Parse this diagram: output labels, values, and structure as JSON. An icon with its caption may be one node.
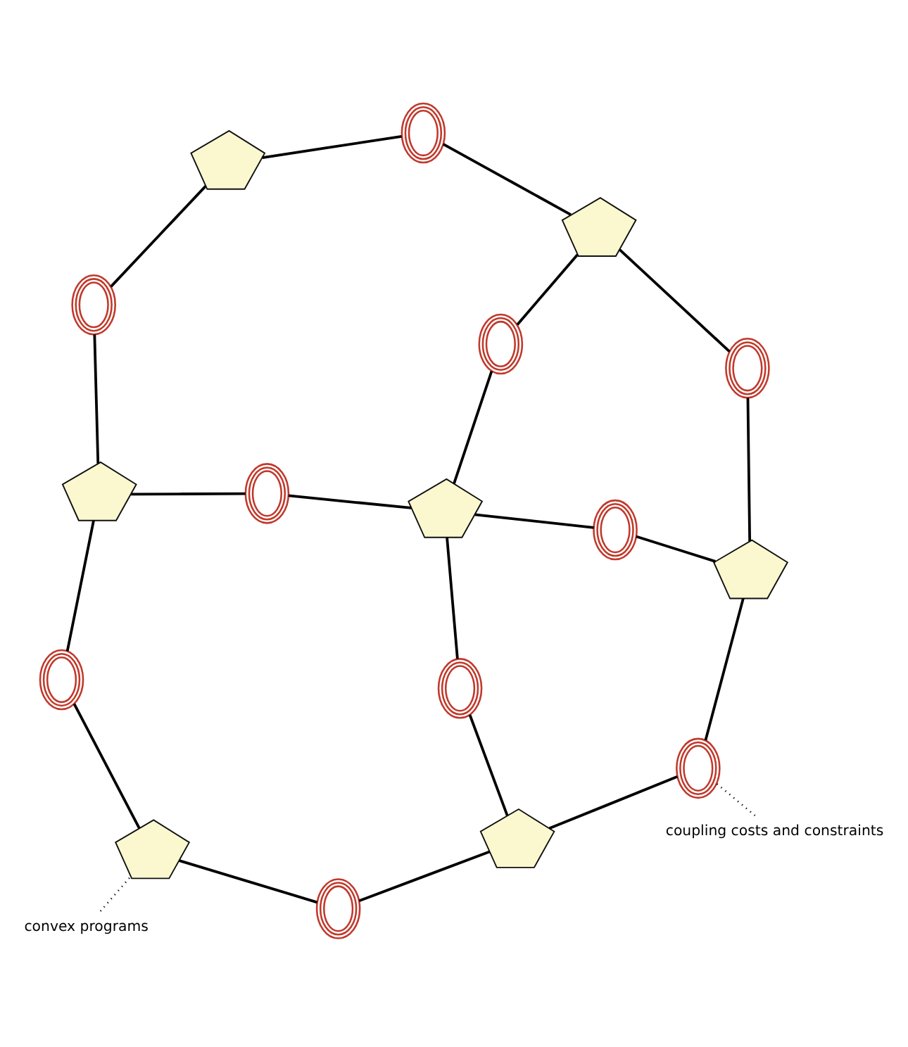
{
  "diagram": {
    "nodes": [
      {
        "text": [
          "convex programs"
        ]
      },
      {
        "text": [
          "coupling costs and constraints"
        ]
      },
      {
        "text": [],
        "shape": "polygon"
      },
      {
        "text": [],
        "shape": "polygon"
      },
      {
        "text": [],
        "shape": "ellipse"
      },
      {
        "text": [],
        "shape": "polygon"
      },
      {
        "text": [],
        "shape": "ellipse"
      },
      {
        "text": [],
        "shape": "ellipse"
      },
      {
        "text": [],
        "shape": "ellipse"
      },
      {
        "text": [],
        "shape": "ellipse"
      },
      {
        "text": [],
        "shape": "polygon"
      },
      {
        "text": [],
        "shape": "polygon"
      },
      {
        "text": [],
        "shape": "ellipse"
      },
      {
        "text": [],
        "shape": "ellipse"
      },
      {
        "text": [],
        "shape": "ellipse"
      },
      {
        "text": [],
        "shape": "ellipse"
      },
      {
        "text": [],
        "shape": "polygon"
      },
      {
        "text": [],
        "shape": "polygon"
      },
      {
        "text": [],
        "shape": "ellipse"
      }
    ],
    "edges": [
      {
        "from": 0,
        "to": 5,
        "arrow": "none",
        "style": "dashed"
      },
      {
        "from": 1,
        "to": 4,
        "arrow": "none",
        "style": "dashed"
      },
      {
        "from": 5,
        "to": 6,
        "arrow": "none"
      },
      {
        "from": 6,
        "to": 2,
        "arrow": "none"
      },
      {
        "from": 2,
        "to": 4,
        "arrow": "none"
      },
      {
        "from": 4,
        "to": 3,
        "arrow": "none"
      },
      {
        "from": 2,
        "to": 7,
        "arrow": "none"
      },
      {
        "from": 7,
        "to": 10,
        "arrow": "none"
      },
      {
        "from": 10,
        "to": 8,
        "arrow": "none"
      },
      {
        "from": 8,
        "to": 3,
        "arrow": "none"
      },
      {
        "from": 3,
        "to": 9,
        "arrow": "none"
      },
      {
        "from": 9,
        "to": 11,
        "arrow": "none"
      },
      {
        "from": 10,
        "to": 13,
        "arrow": "none"
      },
      {
        "from": 13,
        "to": 11,
        "arrow": "none"
      },
      {
        "from": 5,
        "to": 12,
        "arrow": "none"
      },
      {
        "from": 12,
        "to": 16,
        "arrow": "none"
      },
      {
        "from": 10,
        "to": 14,
        "arrow": "none"
      },
      {
        "from": 14,
        "to": 16,
        "arrow": "none"
      },
      {
        "from": 11,
        "to": 15,
        "arrow": "none"
      },
      {
        "from": 15,
        "to": 17,
        "arrow": "none"
      },
      {
        "from": 16,
        "to": 18,
        "arrow": "none"
      },
      {
        "from": 18,
        "to": 17,
        "arrow": "none"
      }
    ]
  }
}
